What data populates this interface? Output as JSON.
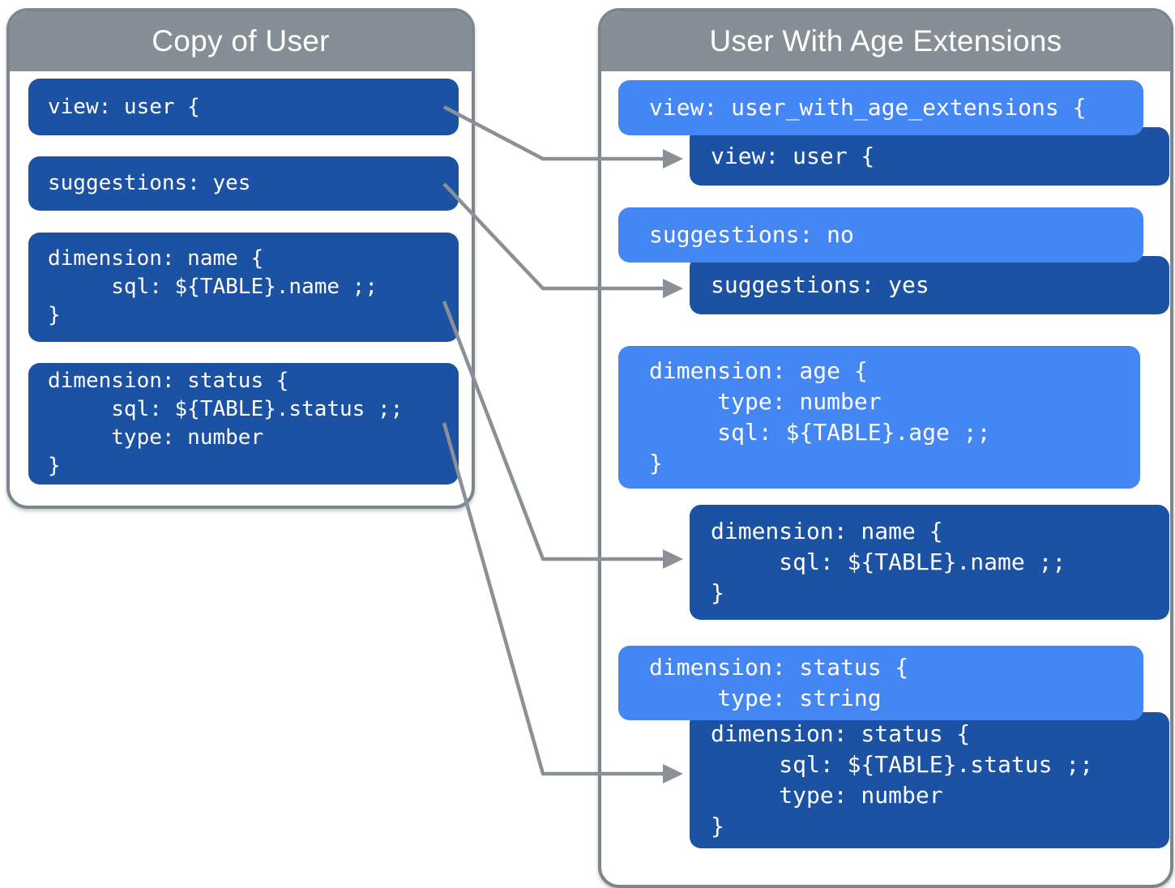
{
  "colors": {
    "dark": "#1B52A4",
    "light": "#4486F3",
    "header": "#878F96",
    "border": "#7E868D",
    "arrow": "#8A9096",
    "code_text": "#FFFFFF",
    "panel_bg": "#FFFFFF"
  },
  "left_panel": {
    "title": "Copy of User",
    "blocks": [
      {
        "id": "view-user",
        "variant": "dark",
        "lines": [
          "view: user {"
        ]
      },
      {
        "id": "suggestions-yes",
        "variant": "dark",
        "lines": [
          "suggestions: yes"
        ]
      },
      {
        "id": "dimension-name",
        "variant": "dark",
        "lines": [
          "dimension: name {",
          "     sql: ${TABLE}.name ;;",
          "}"
        ]
      },
      {
        "id": "dimension-status",
        "variant": "dark",
        "lines": [
          "dimension: status {",
          "     sql: ${TABLE}.status ;;",
          "     type: number",
          "}"
        ]
      }
    ]
  },
  "right_panel": {
    "title": "User With Age Extensions",
    "blocks": [
      {
        "id": "view-user-with-age-extensions",
        "variant": "light",
        "lines": [
          "view: user_with_age_extensions {"
        ]
      },
      {
        "id": "view-user-inherited",
        "variant": "dark",
        "lines": [
          "view: user {"
        ]
      },
      {
        "id": "suggestions-no",
        "variant": "light",
        "lines": [
          "suggestions: no"
        ]
      },
      {
        "id": "suggestions-yes-inherited",
        "variant": "dark",
        "lines": [
          "suggestions: yes"
        ]
      },
      {
        "id": "dimension-age",
        "variant": "light",
        "lines": [
          "dimension: age {",
          "     type: number",
          "     sql: ${TABLE}.age ;;",
          "}"
        ]
      },
      {
        "id": "dimension-name-inherited",
        "variant": "dark",
        "lines": [
          "dimension: name {",
          "     sql: ${TABLE}.name ;;",
          "}"
        ]
      },
      {
        "id": "dimension-status-override",
        "variant": "light",
        "lines": [
          "dimension: status {",
          "     type: string"
        ]
      },
      {
        "id": "dimension-status-inherited",
        "variant": "dark",
        "lines": [
          "dimension: status {",
          "     sql: ${TABLE}.status ;;",
          "     type: number",
          "}"
        ]
      }
    ]
  },
  "connectors": [
    {
      "from": "view-user",
      "to": "view-user-inherited"
    },
    {
      "from": "suggestions-yes",
      "to": "suggestions-yes-inherited"
    },
    {
      "from": "dimension-name",
      "to": "dimension-name-inherited"
    },
    {
      "from": "dimension-status",
      "to": "dimension-status-inherited"
    }
  ]
}
